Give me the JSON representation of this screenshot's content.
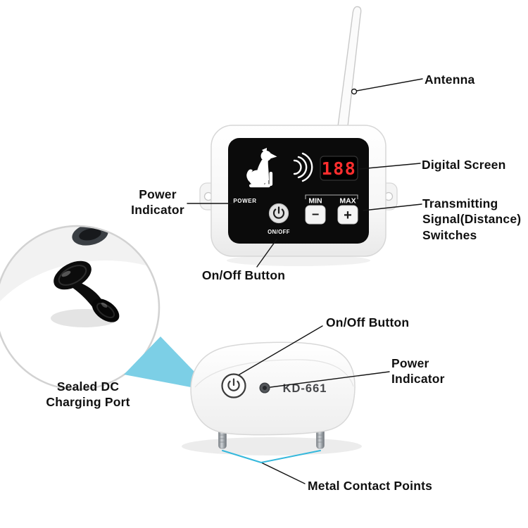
{
  "transmitter": {
    "display_value": "188",
    "power_label": "POWER",
    "onoff_label": "ON/OFF",
    "min_label": "MIN",
    "max_label": "MAX",
    "minus_label": "−",
    "plus_label": "+"
  },
  "collar": {
    "model": "KD-661"
  },
  "callouts": {
    "antenna": "Antenna",
    "digital_screen": "Digital Screen",
    "power_indicator": "Power Indicator",
    "transmitting_switches": "Transmitting Signal(Distance) Switches",
    "onoff_button": "On/Off Button",
    "sealed_dc_port": "Sealed DC Charging Port",
    "collar_onoff_button": "On/Off Button",
    "collar_power_indicator": "Power Indicator",
    "metal_contact_points": "Metal Contact Points"
  },
  "colors": {
    "panel_black": "#0b0b0b",
    "display_red": "#ff2e2e",
    "accent_cyan": "#7ccfe6",
    "callout_line": "#141414"
  }
}
